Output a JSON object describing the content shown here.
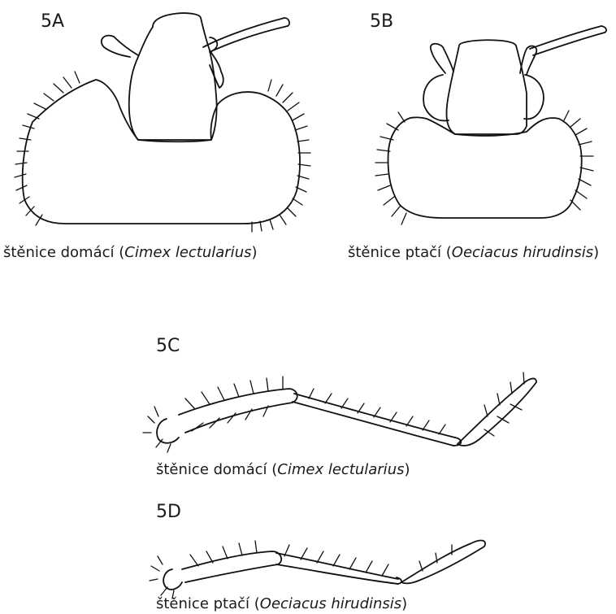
{
  "panels": [
    {
      "id": "5A",
      "label": "5A",
      "caption_common": "štěnice domácí",
      "caption_latin": "Cimex lectularius"
    },
    {
      "id": "5B",
      "label": "5B",
      "caption_common": "štěnice ptačí",
      "caption_latin": "Oeciacus hirudinsis"
    },
    {
      "id": "5C",
      "label": "5C",
      "caption_common": "štěnice domácí",
      "caption_latin": "Cimex lectularius"
    },
    {
      "id": "5D",
      "label": "5D",
      "caption_common": "štěnice ptačí",
      "caption_latin": "Oeciacus hirudinsis"
    }
  ],
  "ink_color": "#111111"
}
